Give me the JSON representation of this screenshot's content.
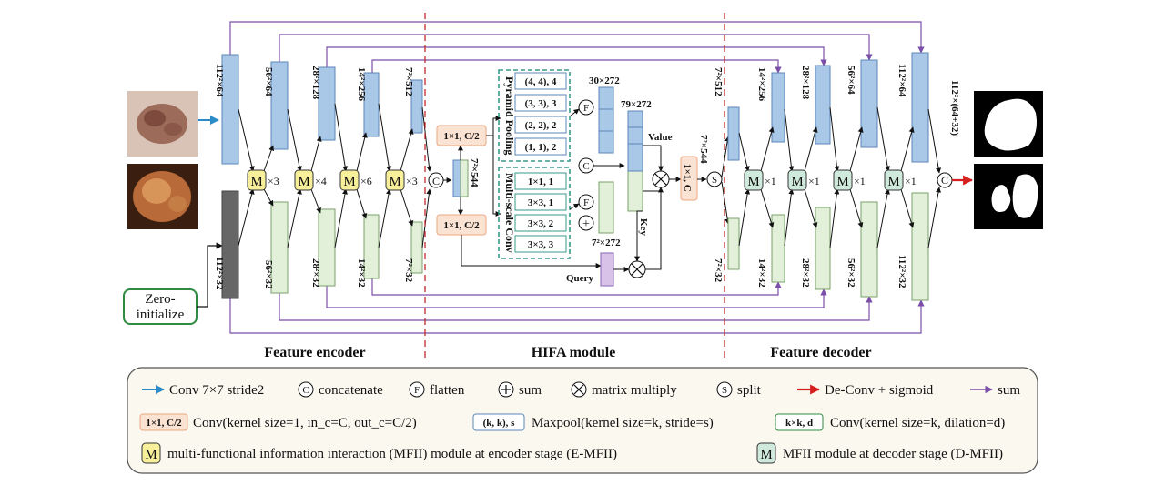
{
  "sections": {
    "encoder": "Feature encoder",
    "hifa": "HIFA module",
    "decoder": "Feature decoder"
  },
  "encoder": {
    "top_dims": [
      "112²×64",
      "56²×64",
      "28²×128",
      "14²×256",
      "7²×512"
    ],
    "bottom_dims": [
      "112²×32",
      "56²×32",
      "28²×32",
      "14²×32",
      "7²×32"
    ],
    "mfii_symbol": "M",
    "repeats": [
      "×3",
      "×4",
      "×6",
      "×3"
    ],
    "concat_symbol": "C",
    "merged_dim": "7²×544",
    "zero_init": "Zero-\ninitialize"
  },
  "hifa": {
    "conv_top": "1×1, C/2",
    "conv_bottom": "1×1, C/2",
    "pyramid_title": "Pyramid Pooling",
    "pyramid_items": [
      "(4, 4), 4",
      "(3, 3), 3",
      "(2, 2), 2",
      "(1, 1), 2"
    ],
    "multiscale_title": "Multi-scale Conv",
    "multiscale_items": [
      "1×1, 1",
      "3×3, 1",
      "3×3, 2",
      "3×3, 3"
    ],
    "flatten_symbol": "F",
    "concat_symbol": "C",
    "sum_symbol": "+",
    "dim_30": "30×272",
    "dim_79": "79×272",
    "dim_49": "7²×272",
    "value": "Value",
    "key": "Key",
    "query": "Query",
    "out_conv": "1×1, C",
    "out_dim": "7²×544",
    "split_symbol": "S"
  },
  "decoder": {
    "top_dims": [
      "7²×512",
      "14²×256",
      "28²×128",
      "56²×64",
      "112²×64"
    ],
    "bottom_dims": [
      "7²×32",
      "14²×32",
      "28²×32",
      "56²×32",
      "112²×32"
    ],
    "repeats": [
      "×1",
      "×1",
      "×1",
      "×1"
    ],
    "final_dim": "112²×(64+32)"
  },
  "legend": {
    "conv7": "Conv 7×7 stride2",
    "concatenate": "concatenate",
    "flatten": "flatten",
    "sum_op": "sum",
    "matmul": "matrix multiply",
    "split": "split",
    "deconv": "De-Conv + sigmoid",
    "sum_arrow": "sum",
    "conv1_box": "1×1, C/2",
    "conv1_text": "Conv(kernel size=1, in_c=C, out_c=C/2)",
    "pool_box": "(k, k), s",
    "pool_text": "Maxpool(kernel size=k, stride=s)",
    "dil_box": "k×k, d",
    "dil_text": "Conv(kernel size=k, dilation=d)",
    "emfii_text": "multi-functional information interaction (MFII) module at encoder stage (E-MFII)",
    "dmfii_text": "MFII module at decoder stage (D-MFII)"
  },
  "colors": {
    "blue_fill": "#a9c7e6",
    "blue_stroke": "#5b86b8",
    "green_fill": "#e2efd9",
    "green_stroke": "#7aa36a",
    "yellow_m": "#f7ef9a",
    "green_m": "#cfe9dc",
    "orange_fill": "#fbe3d3",
    "orange_stroke": "#e8a880",
    "teal": "#3a9a8c",
    "purple": "#7b4fa8",
    "red_dash": "#c0282d",
    "conv_arrow": "#2b8bc7",
    "deconv_arrow": "#d62020",
    "legend_bg": "#fbf8f0"
  }
}
